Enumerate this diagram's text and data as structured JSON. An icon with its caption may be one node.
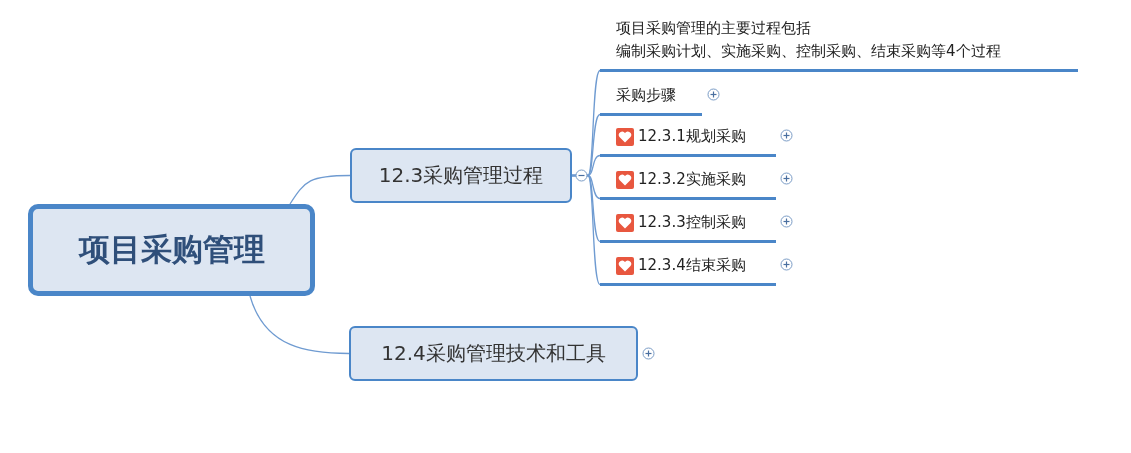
{
  "diagram": {
    "nodes": [
      {
        "text": [
          "项目采购管理"
        ]
      },
      {
        "text": [
          "12.3采购管理过程"
        ]
      },
      {
        "text": [
          "12.4采购管理技术和工具"
        ]
      },
      {
        "text": [
          "项目采购管理的主要过程包括",
          "编制采购计划、实施采购、控制采购、结束采购等4个过程"
        ]
      },
      {
        "text": [
          "采购步骤"
        ]
      },
      {
        "text": [
          "12.3.1规划采购"
        ]
      },
      {
        "text": [
          "12.3.2实施采购"
        ]
      },
      {
        "text": [
          "12.3.3控制采购"
        ]
      },
      {
        "text": [
          "12.3.4结束采购"
        ]
      }
    ],
    "edges": [
      {
        "from": 0,
        "to": 1,
        "arrow": "none"
      },
      {
        "from": 0,
        "to": 2,
        "arrow": "none"
      },
      {
        "from": 1,
        "to": 3,
        "arrow": "none"
      },
      {
        "from": 1,
        "to": 4,
        "arrow": "none"
      },
      {
        "from": 1,
        "to": 5,
        "arrow": "none"
      },
      {
        "from": 1,
        "to": 6,
        "arrow": "none"
      },
      {
        "from": 1,
        "to": 7,
        "arrow": "none"
      },
      {
        "from": 1,
        "to": 8,
        "arrow": "none"
      }
    ]
  }
}
